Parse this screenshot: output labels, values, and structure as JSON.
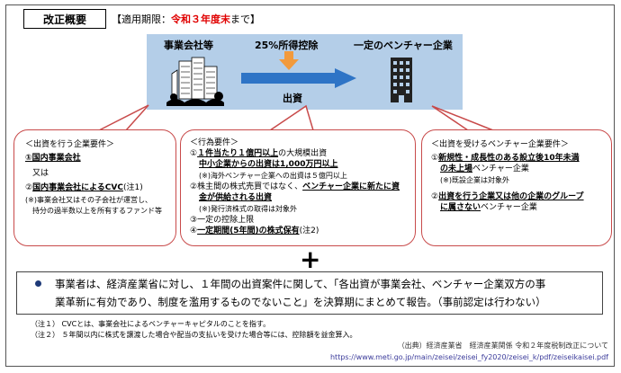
{
  "header": {
    "title": "改正概要",
    "period_prefix": "【適用期限：",
    "period_red": "令和３年度末",
    "period_suffix": "まで】"
  },
  "diagram": {
    "left_label": "事業会社等",
    "middle_label": "25%所得控除",
    "right_label": "一定のベンチャー企業",
    "arrow_label": "出資"
  },
  "left_box": {
    "heading": "＜出資を行う企業要件＞",
    "item1": "①国内事業会社",
    "or": "又は",
    "item2_prefix": "②",
    "item2_bold": "国内事業会社によるCVC",
    "item2_note": "(注1)",
    "sub1": "(※)事業会社又はその子会社が運営し、",
    "sub2": "持分の過半数以上を所有するファンド等"
  },
  "middle_box": {
    "heading": "＜行為要件＞",
    "l1_prefix": "①",
    "l1_bold": "１件当たり１億円以上",
    "l1_rest": "の大規模出資",
    "l2_bold": "中小企業からの出資は1,000万円以上",
    "l3": "(※)海外ベンチャー企業への出資は５億円以上",
    "l4_prefix": "②株主間の株式売買ではなく、",
    "l4_bold": "ベンチャー企業に新たに資",
    "l5_bold": "金が供給される出資",
    "l6": "(※)発行済株式の取得は対象外",
    "l7": "③一定の控除上限",
    "l8_prefix": "④",
    "l8_bold": "一定期間(5年間)の株式保有",
    "l8_note": "(注2)"
  },
  "right_box": {
    "heading": "＜出資を受けるベンチャー企業要件＞",
    "r1_prefix": "①",
    "r1_bold": "新規性・成長性のある設立後10年未満",
    "r2_bold": "の未上場",
    "r2_rest": "ベンチャー企業",
    "r3": "(※)既設企業は対象外",
    "r4_prefix": "②",
    "r4_bold": "出資を行う企業又は他の企業のグループ",
    "r5_bold": "に属さない",
    "r5_rest": "ベンチャー企業"
  },
  "plus": "+",
  "bottom": {
    "line1": "事業者は、経済産業省に対し、１年間の出資案件に関して、「各出資が事業会社、ベンチャー企業双方の事",
    "line2": "業革新に有効であり、制度を濫用するものでないこと」を決算期にまとめて報告。（事前認定は行わない）"
  },
  "notes": {
    "note1": "（注１） CVCとは、事業会社によるベンチャーキャピタルのことを指す。",
    "note2": "（注２） ５年間以内に株式を譲渡した場合や配当の支払いを受けた場合等には、控除額を益金算入。"
  },
  "source": "（出典）経済産業省　経済産業関係 令和２年度税制改正について",
  "url": "https://www.meti.go.jp/main/zeisei/zeisei_fy2020/zeisei_k/pdf/zeiseikaisei.pdf",
  "colors": {
    "band": "#b4cee8",
    "arrow": "#2e74c6",
    "down_arrow": "#f29a3c",
    "bubble_border": "#c84a4a",
    "emphasis_red": "#e00000",
    "bullet": "#1e3a78"
  }
}
